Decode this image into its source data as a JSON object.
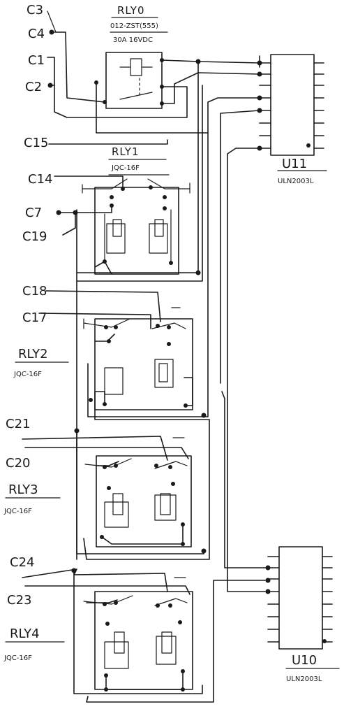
{
  "connectors": {
    "c3": "C3",
    "c4": "C4",
    "c1": "C1",
    "c2": "C2",
    "c15": "C15",
    "c14": "C14",
    "c7": "C7",
    "c19": "C19",
    "c18": "C18",
    "c17": "C17",
    "c21": "C21",
    "c20": "C20",
    "c24": "C24",
    "c23": "C23"
  },
  "relays": {
    "rly0": {
      "name": "RLY0",
      "part": "012-ZST(555)",
      "rating": "30A 16VDC"
    },
    "rly1": {
      "name": "RLY1",
      "part": "JQC-16F"
    },
    "rly2": {
      "name": "RLY2",
      "part": "JQC-16F"
    },
    "rly3": {
      "name": "RLY3",
      "part": "JQC-16F"
    },
    "rly4": {
      "name": "RLY4",
      "part": "JQC-16F"
    }
  },
  "chips": {
    "u11": {
      "name": "U11",
      "part": "ULN2003L"
    },
    "u10": {
      "name": "U10",
      "part": "ULN2003L"
    }
  }
}
